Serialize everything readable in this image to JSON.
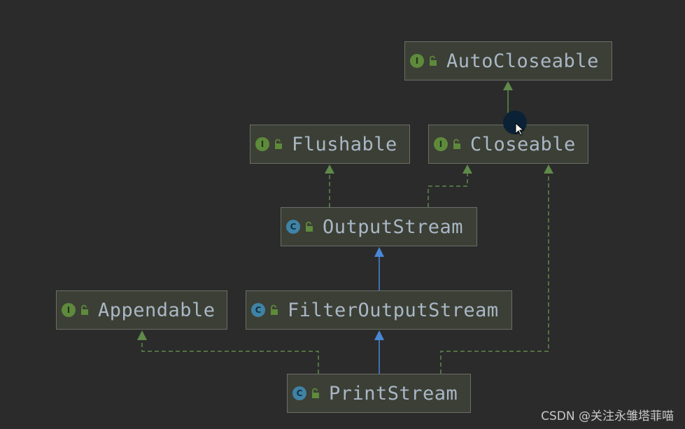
{
  "nodes": {
    "autocloseable": {
      "label": "AutoCloseable",
      "kind": "I"
    },
    "flushable": {
      "label": "Flushable",
      "kind": "I"
    },
    "closeable": {
      "label": "Closeable",
      "kind": "I"
    },
    "outputstream": {
      "label": "OutputStream",
      "kind": "C"
    },
    "appendable": {
      "label": "Appendable",
      "kind": "I"
    },
    "filteroutputstream": {
      "label": "FilterOutputStream",
      "kind": "C"
    },
    "printstream": {
      "label": "PrintStream",
      "kind": "C"
    }
  },
  "edges": [
    {
      "from": "closeable",
      "to": "autocloseable",
      "type": "extends-interface"
    },
    {
      "from": "outputstream",
      "to": "flushable",
      "type": "implements"
    },
    {
      "from": "outputstream",
      "to": "closeable",
      "type": "implements"
    },
    {
      "from": "filteroutputstream",
      "to": "outputstream",
      "type": "extends-class"
    },
    {
      "from": "printstream",
      "to": "filteroutputstream",
      "type": "extends-class"
    },
    {
      "from": "printstream",
      "to": "appendable",
      "type": "implements"
    },
    {
      "from": "printstream",
      "to": "closeable",
      "type": "implements"
    }
  ],
  "colors": {
    "background": "#2b2b2b",
    "node_fill": "#3c3f35",
    "node_border": "#6b6e68",
    "label_text": "#a9b7c6",
    "interface_badge": "#5e8a3c",
    "class_badge": "#3f83a6",
    "implements_edge": "#5f8a4a",
    "extends_interface_edge": "#5f8a4a",
    "extends_class_edge": "#4a88d6"
  },
  "watermark": "CSDN @关注永雏塔菲喵"
}
